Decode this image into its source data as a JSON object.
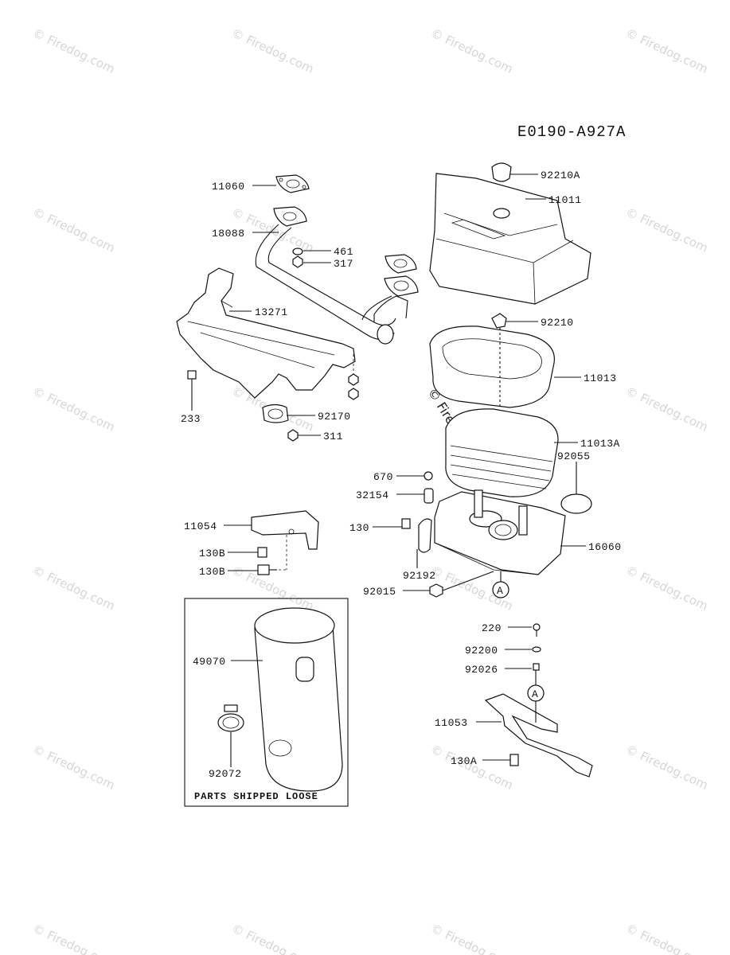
{
  "diagram_code": "E0190-A927A",
  "watermark": "© Firedog.com",
  "kit_caption": "PARTS SHIPPED LOOSE",
  "callout_letter": "A",
  "parts": [
    {
      "id": "p11060",
      "number": "11060"
    },
    {
      "id": "p18088",
      "number": "18088"
    },
    {
      "id": "p461",
      "number": "461"
    },
    {
      "id": "p317",
      "number": "317"
    },
    {
      "id": "p13271",
      "number": "13271"
    },
    {
      "id": "p233",
      "number": "233"
    },
    {
      "id": "p92170",
      "number": "92170"
    },
    {
      "id": "p311",
      "number": "311"
    },
    {
      "id": "p92210A",
      "number": "92210A"
    },
    {
      "id": "p11011",
      "number": "11011"
    },
    {
      "id": "p92210",
      "number": "92210"
    },
    {
      "id": "p11013",
      "number": "11013"
    },
    {
      "id": "p11013A",
      "number": "11013A"
    },
    {
      "id": "p92055",
      "number": "92055"
    },
    {
      "id": "p670",
      "number": "670"
    },
    {
      "id": "p32154",
      "number": "32154"
    },
    {
      "id": "p130",
      "number": "130"
    },
    {
      "id": "p16060",
      "number": "16060"
    },
    {
      "id": "p92192",
      "number": "92192"
    },
    {
      "id": "p92015",
      "number": "92015"
    },
    {
      "id": "p11054",
      "number": "11054"
    },
    {
      "id": "p130B_1",
      "number": "130B"
    },
    {
      "id": "p130B_2",
      "number": "130B"
    },
    {
      "id": "p49070",
      "number": "49070"
    },
    {
      "id": "p92072",
      "number": "92072"
    },
    {
      "id": "p220",
      "number": "220"
    },
    {
      "id": "p92200",
      "number": "92200"
    },
    {
      "id": "p92026",
      "number": "92026"
    },
    {
      "id": "p11053",
      "number": "11053"
    },
    {
      "id": "p130A",
      "number": "130A"
    }
  ]
}
